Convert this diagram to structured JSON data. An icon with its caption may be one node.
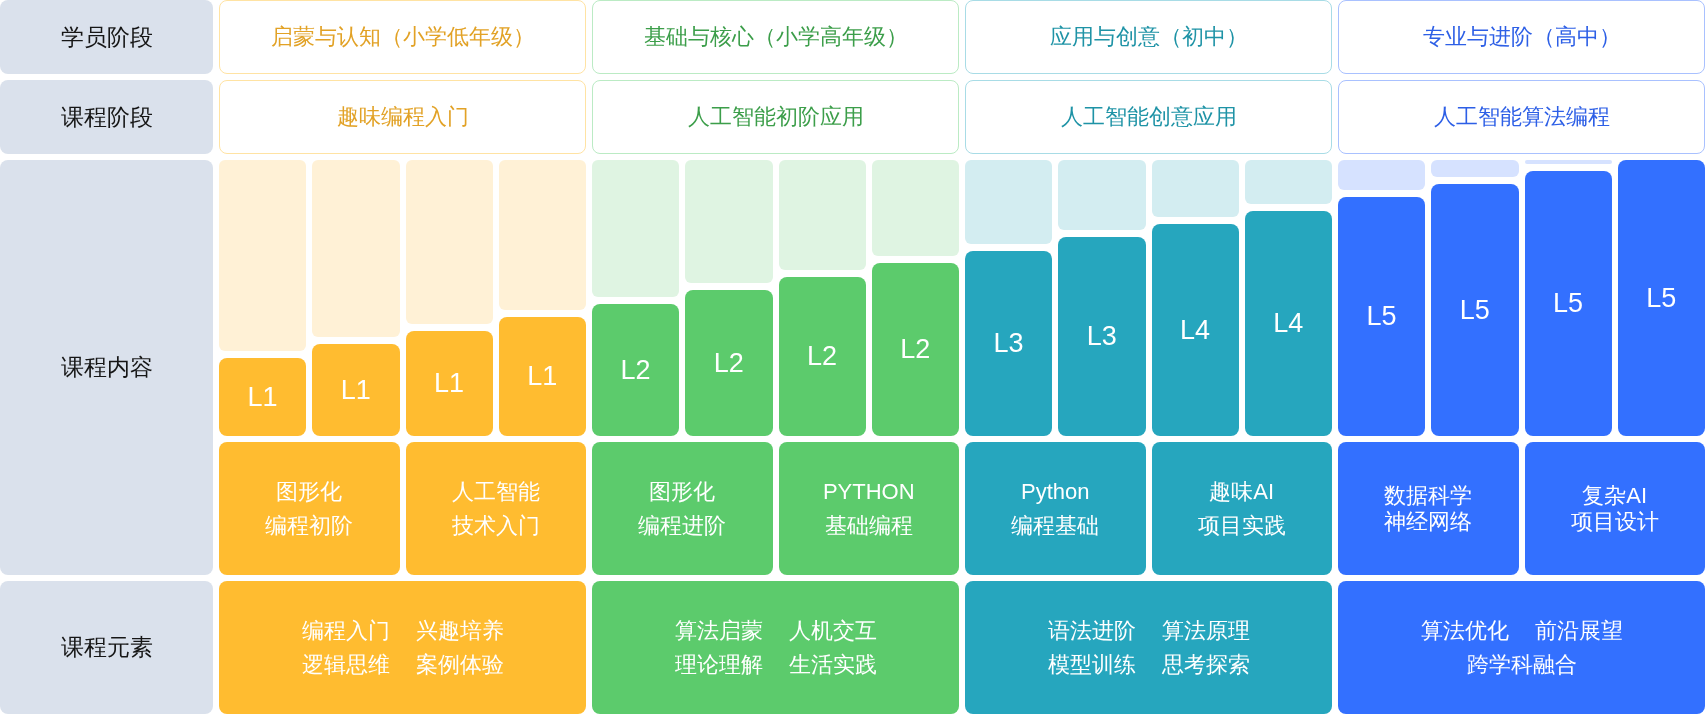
{
  "diagram": {
    "nodes": [
      {
        "text": [
          "学员阶段"
        ]
      },
      {
        "text": [
          "启蒙与认知（小学低年级）"
        ]
      },
      {
        "text": [
          "基础与核心（小学高年级）"
        ]
      },
      {
        "text": [
          "应用与创意（初中）"
        ]
      },
      {
        "text": [
          "专业与进阶（高中）"
        ]
      },
      {
        "text": [
          "课程阶段"
        ]
      },
      {
        "text": [
          "趣味编程入门"
        ]
      },
      {
        "text": [
          "人工智能初阶应用"
        ]
      },
      {
        "text": [
          "人工智能创意应用"
        ]
      },
      {
        "text": [
          "人工智能算法编程"
        ]
      },
      {
        "text": [
          "课程内容"
        ]
      },
      {
        "text": [],
        "shape": "bar"
      },
      {
        "text": [
          "L1"
        ]
      },
      {
        "text": [],
        "shape": "bar"
      },
      {
        "text": [
          "L1"
        ]
      },
      {
        "text": [],
        "shape": "bar"
      },
      {
        "text": [
          "L1"
        ]
      },
      {
        "text": [],
        "shape": "bar"
      },
      {
        "text": [
          "L1"
        ]
      },
      {
        "text": [],
        "shape": "bar"
      },
      {
        "text": [
          "L2"
        ]
      },
      {
        "text": [],
        "shape": "bar"
      },
      {
        "text": [
          "L2"
        ]
      },
      {
        "text": [],
        "shape": "bar"
      },
      {
        "text": [
          "L2"
        ]
      },
      {
        "text": [],
        "shape": "bar"
      },
      {
        "text": [
          "L2"
        ]
      },
      {
        "text": [],
        "shape": "bar"
      },
      {
        "text": [
          "L3"
        ]
      },
      {
        "text": [],
        "shape": "bar"
      },
      {
        "text": [
          "L3"
        ]
      },
      {
        "text": [],
        "shape": "bar"
      },
      {
        "text": [
          "L4"
        ]
      },
      {
        "text": [],
        "shape": "bar"
      },
      {
        "text": [
          "L4"
        ]
      },
      {
        "text": [],
        "shape": "bar"
      },
      {
        "text": [
          "L5"
        ]
      },
      {
        "text": [],
        "shape": "bar"
      },
      {
        "text": [
          "L5"
        ]
      },
      {
        "text": [],
        "shape": "bar"
      },
      {
        "text": [
          "L5"
        ]
      },
      {
        "text": [
          "L5"
        ]
      },
      {
        "text": [
          "图形化编程初阶"
        ]
      },
      {
        "text": [
          "人工智能技术入门"
        ]
      },
      {
        "text": [
          "图形化编程进阶"
        ]
      },
      {
        "text": [
          "PYTHON基础编程"
        ]
      },
      {
        "text": [
          "Python编程基础"
        ]
      },
      {
        "text": [
          "趣味AI项目实践"
        ]
      },
      {
        "text": [
          "数据科学神经网络"
        ]
      },
      {
        "text": [
          "复杂AI项目设计"
        ]
      },
      {
        "text": [
          "课程元素"
        ]
      },
      {
        "text": [
          "编程入门",
          "兴趣培养",
          "逻辑思维",
          "案例体验"
        ]
      },
      {
        "text": [
          "算法启蒙",
          "人机交互",
          "理论理解",
          "生活实践"
        ]
      },
      {
        "text": [
          "语法进阶",
          "算法原理",
          "模型训练",
          "思考探索"
        ]
      },
      {
        "text": [
          "算法优化",
          "前沿展望",
          "跨学科融合"
        ]
      }
    ]
  }
}
